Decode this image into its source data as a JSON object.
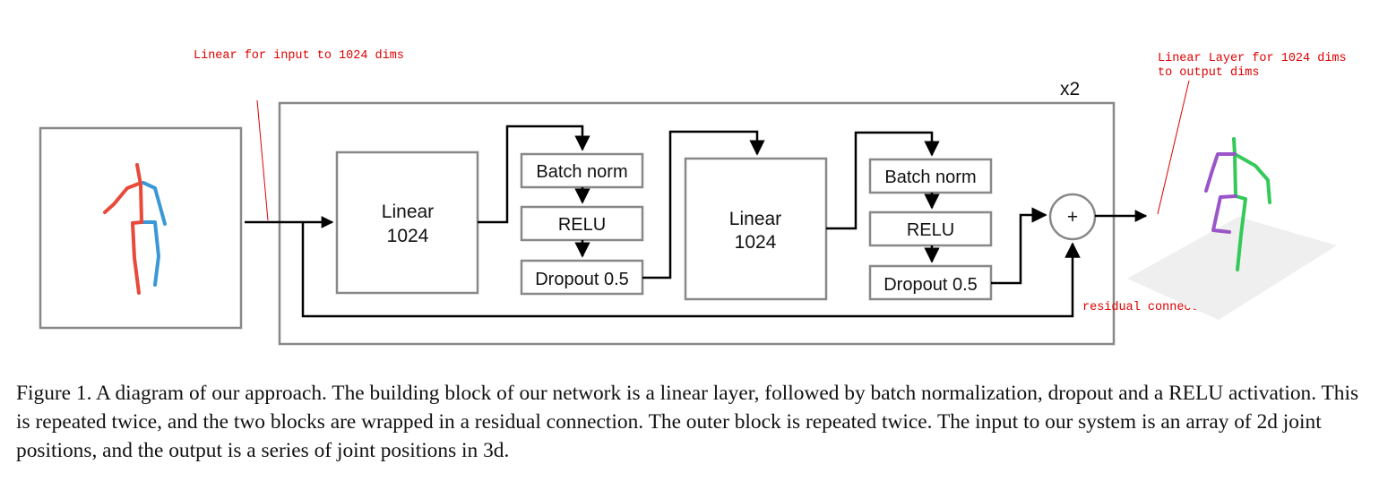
{
  "annotations": {
    "input_linear": "Linear for input to 1024 dims",
    "output_linear_line1": "Linear Layer for 1024 dims",
    "output_linear_line2": "to output dims",
    "residual": "residual connect"
  },
  "repeat_label": "x2",
  "block1": {
    "linear_line1": "Linear",
    "linear_line2": "1024",
    "batch_norm": "Batch norm",
    "relu": "RELU",
    "dropout": "Dropout 0.5"
  },
  "block2": {
    "linear_line1": "Linear",
    "linear_line2": "1024",
    "batch_norm": "Batch norm",
    "relu": "RELU",
    "dropout": "Dropout 0.5"
  },
  "sum_symbol": "+",
  "caption": "Figure 1. A diagram of our approach. The building block of our network is a linear layer, followed by batch normalization, dropout and a RELU activation. This is repeated twice, and the two blocks are wrapped in a residual connection. The outer block is repeated twice. The input to our system is an array of 2d joint positions, and the output is a series of joint positions in 3d.",
  "colors": {
    "skeleton_2d_right": "#e8493a",
    "skeleton_2d_left": "#3a98d6",
    "skeleton_3d_right": "#35c95a",
    "skeleton_3d_left": "#9a55c8",
    "annotation": "#e00000",
    "box_border": "#888888"
  }
}
